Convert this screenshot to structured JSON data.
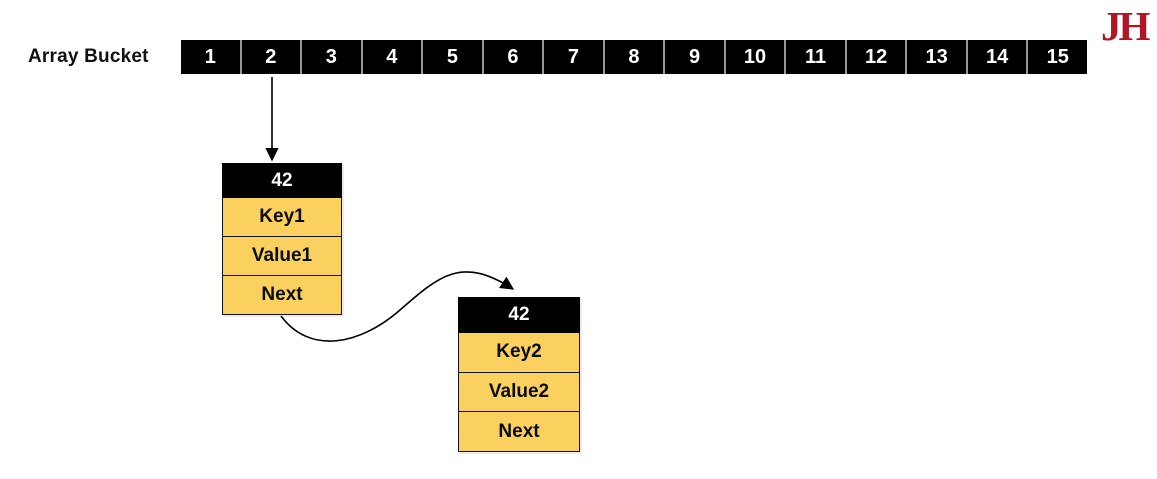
{
  "diagram": {
    "label": "Array Bucket",
    "logo_text": "JH"
  },
  "array": {
    "buckets": [
      "1",
      "2",
      "3",
      "4",
      "5",
      "6",
      "7",
      "8",
      "9",
      "10",
      "11",
      "12",
      "13",
      "14",
      "15"
    ]
  },
  "nodes": [
    {
      "header": "42",
      "rows": [
        "Key1",
        "Value1",
        "Next"
      ]
    },
    {
      "header": "42",
      "rows": [
        "Key2",
        "Value2",
        "Next"
      ]
    }
  ],
  "icons": {
    "down-arrow": "straight arrow from bucket 2 to first node",
    "curved-arrow": "s-curved arrow from Next of node 1 to header of node 2"
  },
  "colors": {
    "bucket_bg": "#000000",
    "bucket_text": "#ffffff",
    "cell_yellow": "#FAD15F",
    "logo_red": "#B01625",
    "arrow": "#000000",
    "divider": "#969696"
  }
}
